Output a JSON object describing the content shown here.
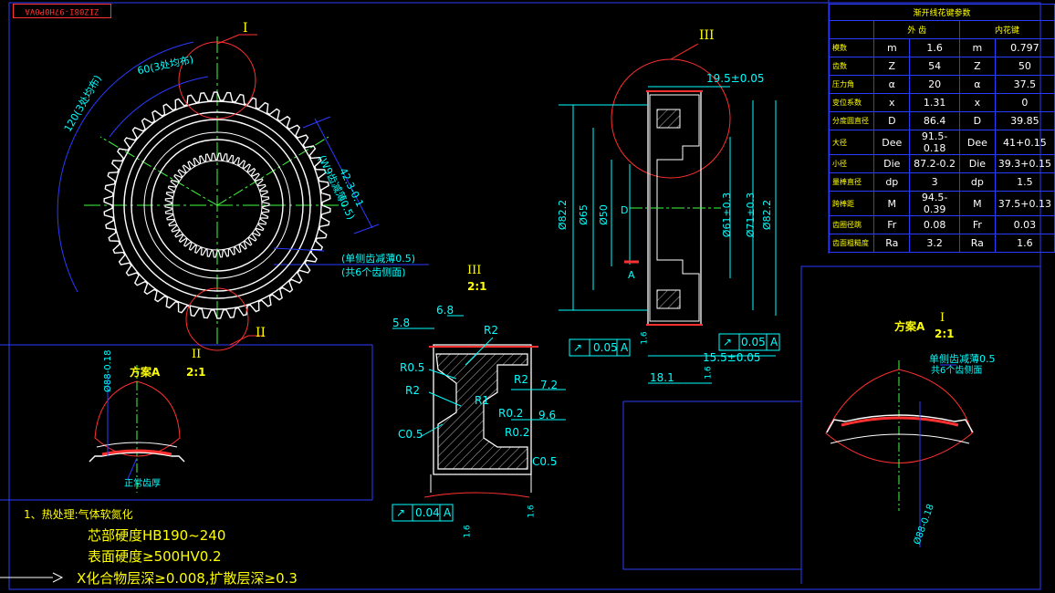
{
  "stamp": "ZIZ08I-97H0P0VA",
  "colors": {
    "drawing_bg": "#000000",
    "outline": "#ffffff",
    "dimension": "#00ffff",
    "centerline": "#40ff40",
    "detail_circle": "#ff3030",
    "frame": "#2b3bff",
    "label": "#ffff00"
  },
  "table": {
    "title": "渐开线花键参数",
    "col_ext": "外 齿",
    "col_int": "内花键",
    "rows": [
      {
        "name": "模数",
        "s1": "m",
        "v1": "1.6",
        "s2": "m",
        "v2": "0.797"
      },
      {
        "name": "齿数",
        "s1": "Z",
        "v1": "54",
        "s2": "Z",
        "v2": "50"
      },
      {
        "name": "压力角",
        "s1": "α",
        "v1": "20",
        "s2": "α",
        "v2": "37.5"
      },
      {
        "name": "变位系数",
        "s1": "x",
        "v1": "1.31",
        "s2": "x",
        "v2": "0"
      },
      {
        "name": "分度圆直径",
        "s1": "D",
        "v1": "86.4",
        "s2": "D",
        "v2": "39.85"
      },
      {
        "name": "大径",
        "s1": "Dee",
        "v1": "91.5-0.18",
        "s2": "Dee",
        "v2": "41+0.15"
      },
      {
        "name": "小径",
        "s1": "Die",
        "v1": "87.2-0.2",
        "s2": "Die",
        "v2": "39.3+0.15"
      },
      {
        "name": "量棒直径",
        "s1": "dp",
        "v1": "3",
        "s2": "dp",
        "v2": "1.5"
      },
      {
        "name": "跨棒距",
        "s1": "M",
        "v1": "94.5-0.39",
        "s2": "M",
        "v2": "37.5+0.13"
      },
      {
        "name": "齿圈径跳",
        "s1": "Fr",
        "v1": "0.08",
        "s2": "Fr",
        "v2": "0.03"
      },
      {
        "name": "齿面粗糙度",
        "s1": "Ra",
        "v1": "3.2",
        "s2": "Ra",
        "v2": "1.6"
      }
    ]
  },
  "front_view": {
    "label_I": "I",
    "label_II": "II",
    "dim_60": "60(3处均布)",
    "dim_120": "120(3处均布)",
    "dim_423": "42.3-0.1",
    "dim_w9": "(W9齿减薄0.5)",
    "note1": "(单侧齿减薄0.5)",
    "note2": "(共6个齿侧面)"
  },
  "detail_II": {
    "title_roman": "II",
    "scheme": "方案A",
    "scale": "2:1",
    "dia": "Ø88-0.18",
    "normal": "正常齿厚"
  },
  "detail_III": {
    "title_roman": "III",
    "scale": "2:1",
    "d58": "5.8",
    "d68": "6.8",
    "r2a": "R2",
    "r05": "R0.5",
    "r2b": "R2",
    "r2c": "R2",
    "r1": "R1",
    "r02a": "R0.2",
    "r02b": "R0.2",
    "c05a": "C0.5",
    "c05b": "C0.5",
    "d72": "7.2",
    "d96": "9.6",
    "tol_val": "0.04",
    "tol_ref": "A",
    "ra16a": "1.6",
    "ra16b": "1.6"
  },
  "section_view": {
    "label_III": "III",
    "d195": "19.5±0.05",
    "d822a": "Ø82.2",
    "d65": "Ø65",
    "d50": "Ø50",
    "dD": "D",
    "d61": "Ø61±0.3",
    "d71": "Ø71±0.3",
    "d822b": "Ø82.2",
    "datum": "A",
    "tol1_val": "0.05",
    "tol1_ref": "A",
    "tol2_val": "0.05",
    "tol2_ref": "A",
    "d155": "15.5±0.05",
    "d181": "18.1",
    "ra1": "1.6",
    "ra2": "1.6"
  },
  "detail_I": {
    "scheme": "方案A",
    "roman": "I",
    "scale": "2:1",
    "note1": "单侧齿减薄0.5",
    "note2": "共6个齿侧面",
    "dia": "Ø88-0.18"
  },
  "notes": {
    "n1": "1、热处理:气体软氮化",
    "n2": "芯部硬度HB190~240",
    "n3": "表面硬度≥500HV0.2",
    "n4": "X化合物层深≥0.008,扩散层深≥0.3"
  }
}
